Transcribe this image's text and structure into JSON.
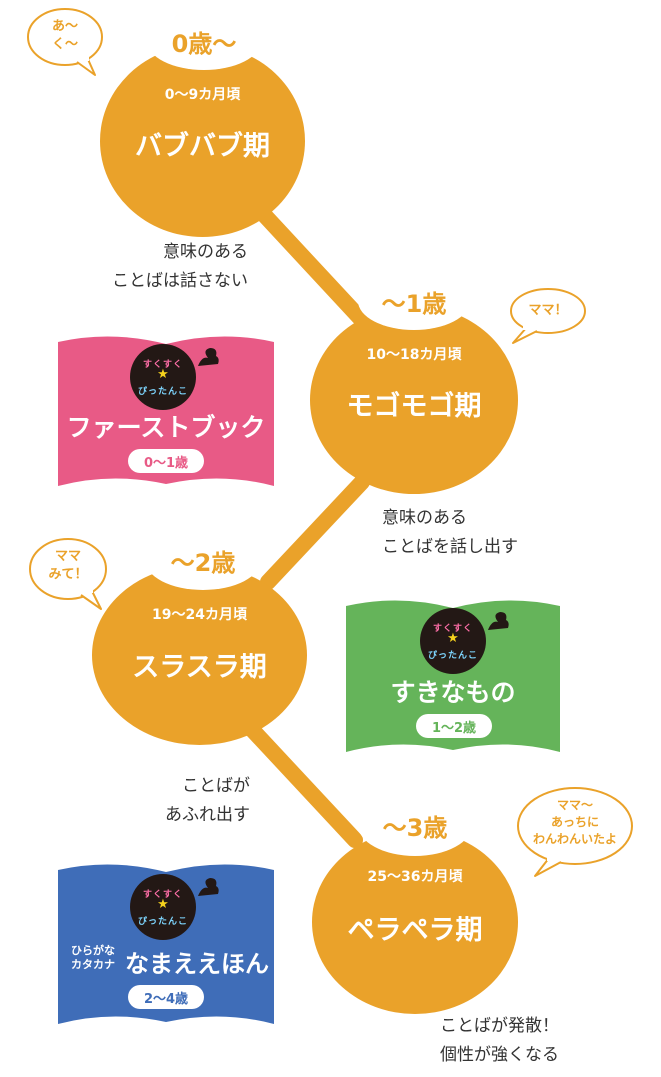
{
  "colors": {
    "orange": "#eaa22a",
    "pink": "#e85a86",
    "green": "#65b45a",
    "blue": "#3f6db8",
    "dark": "#231815",
    "text": "#333333"
  },
  "stages": [
    {
      "age": "0歳〜",
      "months": "0〜9カ月頃",
      "name": "バブバブ期"
    },
    {
      "age": "〜1歳",
      "months": "10〜18カ月頃",
      "name": "モゴモゴ期"
    },
    {
      "age": "〜2歳",
      "months": "19〜24カ月頃",
      "name": "スラスラ期"
    },
    {
      "age": "〜3歳",
      "months": "25〜36カ月頃",
      "name": "ペラペラ期"
    }
  ],
  "descriptions": [
    "意味のある\nことばは話さない",
    "意味のある\nことばを話し出す",
    "ことばが\nあふれ出す",
    "ことばが発散！\n個性が強くなる"
  ],
  "bubbles": [
    {
      "text": "あ〜\nく〜",
      "icon": "speech-bubble-icon"
    },
    {
      "text": "ママ！",
      "icon": "speech-bubble-icon"
    },
    {
      "text": "ママ\nみて！",
      "icon": "speech-bubble-icon"
    },
    {
      "text": "ママ〜\nあっちに\nわんわんいたよ",
      "icon": "speech-bubble-icon"
    }
  ],
  "logo": {
    "top": "すくすく",
    "bottom": "ぴったんこ",
    "icon": "star-icon"
  },
  "books": [
    {
      "title": "ファーストブック",
      "badge": "0〜1歳",
      "color": "#e85a86"
    },
    {
      "title": "すきなもの",
      "badge": "1〜2歳",
      "color": "#65b45a"
    },
    {
      "title": "なまええほん",
      "prefix": "ひらがな\nカタカナ",
      "badge": "2〜4歳",
      "color": "#3f6db8"
    }
  ]
}
